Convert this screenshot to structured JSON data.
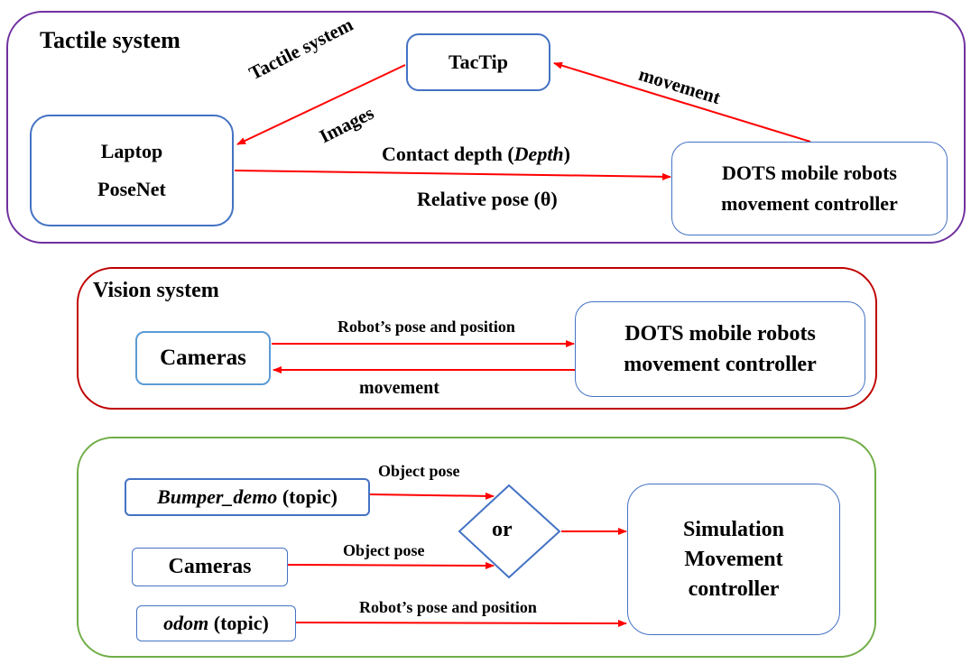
{
  "tactile": {
    "title": "Tactile system",
    "tactip": "TacTip",
    "laptop_line1": "Laptop",
    "laptop_line2": "PoseNet",
    "dots_line1": "DOTS mobile robots",
    "dots_line2": "movement controller",
    "edge_tactile_system": "Tactile system",
    "edge_images": "Images",
    "edge_movement": "movement",
    "edge_contact_depth_prefix": "Contact depth (",
    "edge_contact_depth_var": "Depth",
    "edge_contact_depth_suffix": ")",
    "edge_relative_pose": "Relative pose (θ)"
  },
  "vision": {
    "title": "Vision system",
    "cameras": "Cameras",
    "dots_line1": "DOTS mobile robots",
    "dots_line2": "movement controller",
    "edge_pose_position": "Robot’s pose and position",
    "edge_movement": "movement"
  },
  "simulation": {
    "bumper_topic_name": "Bumper_demo",
    "bumper_topic_suffix": " (topic)",
    "cameras": "Cameras",
    "odom_topic_name": "odom",
    "odom_topic_suffix": " (topic)",
    "decision": "or",
    "controller_line1": "Simulation",
    "controller_line2": "Movement",
    "controller_line3": "controller",
    "edge_object_pose_1": "Object pose",
    "edge_object_pose_2": "Object pose",
    "edge_pose_position": "Robot’s pose and position"
  },
  "colors": {
    "tactile_border": "#7030a0",
    "vision_border": "#c00000",
    "simulation_border": "#70ad47",
    "node_border": "#4472c4",
    "arrow": "#ff0000"
  }
}
